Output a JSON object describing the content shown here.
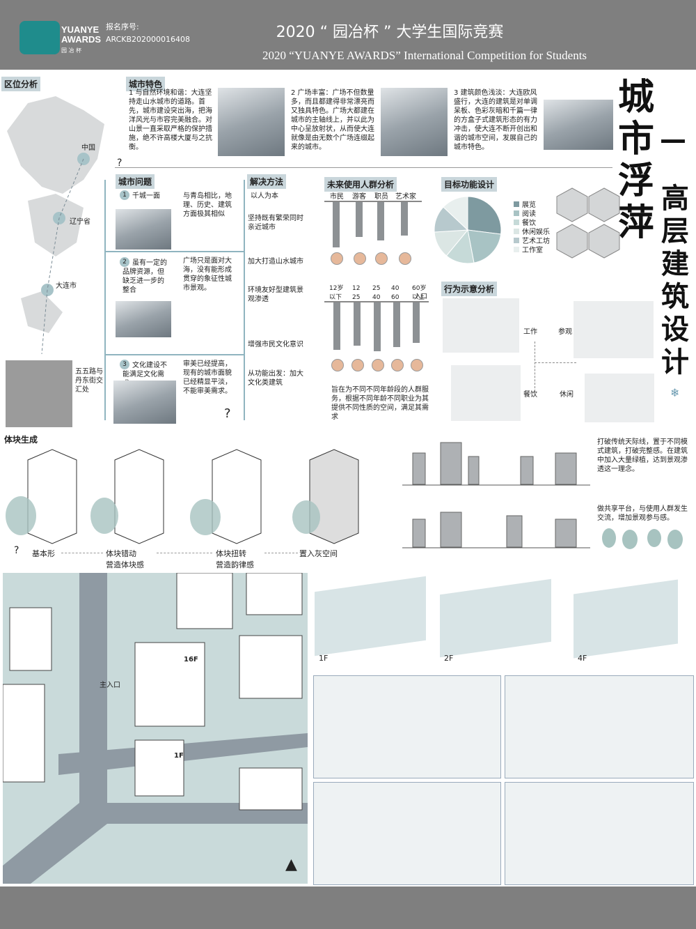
{
  "header": {
    "logo_line1": "YUANYE",
    "logo_line2": "AWARDS",
    "logo_sub": "园 冶 杯",
    "regno_label": "报名序号:",
    "regno": "ARCKB202000016408",
    "title_cn": "2020 “ 园冶杯 ” 大学生国际竞赛",
    "title_en": "2020 “YUANYE AWARDS” International Competition for  Students"
  },
  "location": {
    "label": "区位分析",
    "china": "中国",
    "liaoning": "辽宁省",
    "dalian": "大连市",
    "site": "五五路与丹东街交汇处"
  },
  "features": {
    "label": "城市特色",
    "item1": "1 与自然环境和谐：大连坚持走山水城市的道路。首先，城市建设突出海，把海洋风光与市容完美融合。对山景一直采取严格的保护措施，绝不许高楼大厦与之抗衡。",
    "item2": "2 广场丰富：广场不但数量多，而且都建得非常漂亮而又独具特色。广场大都建在城市的主轴线上，并以此为中心呈放射状，从而使大连就像是由无数个广场连缀起来的城市。",
    "item3": "3 建筑颜色浅淡：大连欧风盛行，大连的建筑是对单调呆板、色彩灰暗和千篇一律的方盒子式建筑形态的有力冲击，使大连不断开创出和谐的城市空间，发展自己的城市特色。"
  },
  "main_title": {
    "part1": "城市浮萍",
    "dash": "—",
    "part2": "高层建筑设计"
  },
  "problems": {
    "label": "城市问题",
    "p1_num": "1",
    "p1": "千城一面",
    "p1_desc": "与青岛相比，地理、历史、建筑方面极其相似",
    "p2_num": "2",
    "p2": "虽有一定的品牌资源，但缺乏进一步的整合",
    "p2_desc": "广场只是面对大海，没有能形成贯穿的象征性城市景观。",
    "p3_num": "3",
    "p3": "文化建设不能满足文化需求",
    "p3_desc": "审美已经提高，现有的城市面貌已经精显平淡，不能审美需求。"
  },
  "solutions": {
    "label": "解决方法",
    "s0": "以人为本",
    "s1": "坚持既有繁荣同时亲近城市",
    "s2": "加大打造山水城市",
    "s3": "环境友好型建筑景观渗透",
    "s4": "增强市民文化意识",
    "s5": "从功能出发：加大文化类建筑"
  },
  "users": {
    "label": "未来使用人群分析",
    "groups": [
      "市民",
      "游客",
      "职员",
      "艺术家"
    ],
    "ages": [
      "12岁以下",
      "12\n25",
      "25\n40",
      "40\n60",
      "60岁以上"
    ],
    "entrance": "入口",
    "note": "旨在为不同不同年龄段的人群服务，根据不同年龄不同职业为其提供不同性质的空间，满足其需求"
  },
  "functions": {
    "label": "目标功能设计",
    "items": [
      "展览",
      "阅读",
      "餐饮",
      "休闲娱乐",
      "艺术工坊",
      "工作室"
    ],
    "colors": [
      "#7e9aa0",
      "#a8c3c4",
      "#c6dad8",
      "#dbe6e4",
      "#b7c9cd",
      "#e8efee"
    ],
    "values": [
      27,
      20,
      14,
      13,
      13,
      13
    ]
  },
  "behavior": {
    "label": "行为示意分析",
    "work": "工作",
    "visit": "参观",
    "eat": "餐饮",
    "rest": "休闲"
  },
  "massing": {
    "label": "体块生成",
    "s1": "基本形",
    "s2": "体块错动\n营造体块感",
    "s3": "体块扭转\n营造韵律感",
    "s4": "置入灰空间",
    "note1": "打破传统天际线，置于不同模式建筑，打破完整感。在建筑中加入大量绿植，达到景观渗透这一理念。",
    "note2": "做共享平台，与使用人群发生交流，增加景观参与感。"
  },
  "plan": {
    "entrance": "主入口",
    "floor16": "16F",
    "floor1": "1F"
  },
  "axo": {
    "f1": "1F",
    "f2": "2F",
    "f4": "4F"
  }
}
